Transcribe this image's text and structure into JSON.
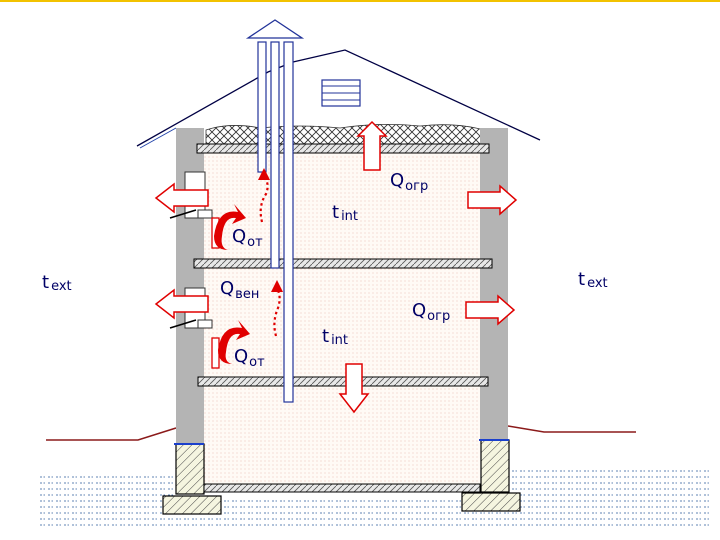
{
  "labels": {
    "t_ext_left": {
      "t": "t",
      "sub": "ext"
    },
    "t_ext_right": {
      "t": "t",
      "sub": "ext"
    },
    "t_int_upper": {
      "t": "t",
      "sub": "int"
    },
    "t_int_lower": {
      "t": "t",
      "sub": "int"
    },
    "q_ogr_upper": {
      "q": "Q",
      "sub": "огр"
    },
    "q_ogr_lower": {
      "q": "Q",
      "sub": "огр"
    },
    "q_ot_upper": {
      "q": "Q",
      "sub": "от"
    },
    "q_ot_lower": {
      "q": "Q",
      "sub": "от"
    },
    "q_ven": {
      "q": "Q",
      "sub": "вен"
    }
  },
  "colors": {
    "wall": "#b4b4b4",
    "ink": "#000066",
    "heat_arrow": "#e00000",
    "arrow_fill": "#ffffff",
    "ground_line": "#8b1a1a",
    "pipe": "#223399",
    "accent_top": "#f2c200"
  },
  "icons": [
    "vent-pipe",
    "heat-flow-arrow",
    "radiator",
    "window-vent"
  ]
}
